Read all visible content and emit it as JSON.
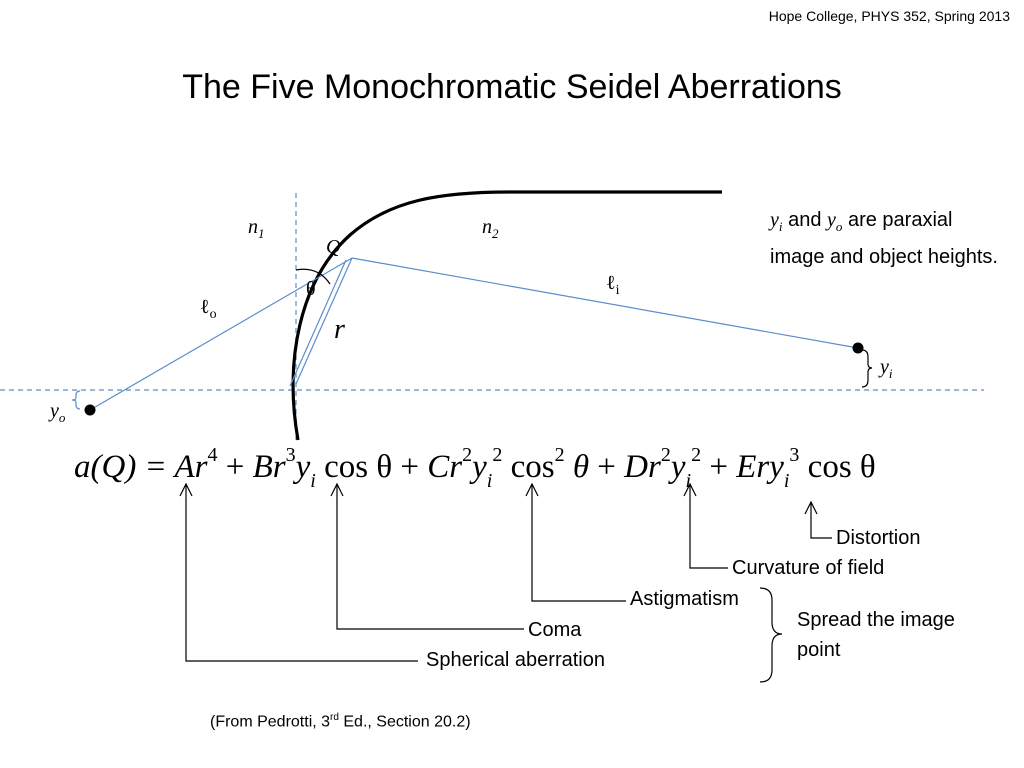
{
  "header": {
    "course": "Hope College, PHYS 352, Spring 2013"
  },
  "title": "The Five Monochromatic Seidel Aberrations",
  "diagram": {
    "labels": {
      "n1": "n",
      "n1_sub": "1",
      "n2": "n",
      "n2_sub": "2",
      "Q": "Q",
      "theta": "θ",
      "r": "r",
      "lo": "ℓ",
      "lo_sub": "o",
      "li": "ℓ",
      "li_sub": "i",
      "yi": "y",
      "yi_sub": "i",
      "yo": "y",
      "yo_sub": "o"
    },
    "note": {
      "y": "y",
      "sub_i": "i",
      "and": "and",
      "sub_o": "o",
      "rest": "are paraxial image and object heights."
    }
  },
  "equation": {
    "lhs": "a(Q) = ",
    "t1_coef": "Ar",
    "t1_exp": "4",
    "plus": "+",
    "t2_coef": "Br",
    "t2_exp": "3",
    "t2_y": "y",
    "t2_ysub": "i",
    "t2_tail": " cos θ",
    "t3_coef": "Cr",
    "t3_exp": "2",
    "t3_y": "y",
    "t3_ysub": "i",
    "t3_yexp": "2",
    "t3_cos": " cos",
    "t3_cosexp": "2",
    "t3_tail": " θ",
    "t4_coef": "Dr",
    "t4_exp": "2",
    "t4_y": "y",
    "t4_ysub": "i",
    "t4_yexp": "2",
    "t5_coef": "Ery",
    "t5_ysub": "i",
    "t5_yexp": "3",
    "t5_tail": " cos θ"
  },
  "terms": {
    "spherical": "Spherical aberration",
    "coma": "Coma",
    "astigmatism": "Astigmatism",
    "curvature": "Curvature of field",
    "distortion": "Distortion"
  },
  "spread_note": "Spread the image point",
  "citation": {
    "pre": "(From Pedrotti, 3",
    "sup": "rd",
    "post": " Ed., Section 20.2)"
  }
}
